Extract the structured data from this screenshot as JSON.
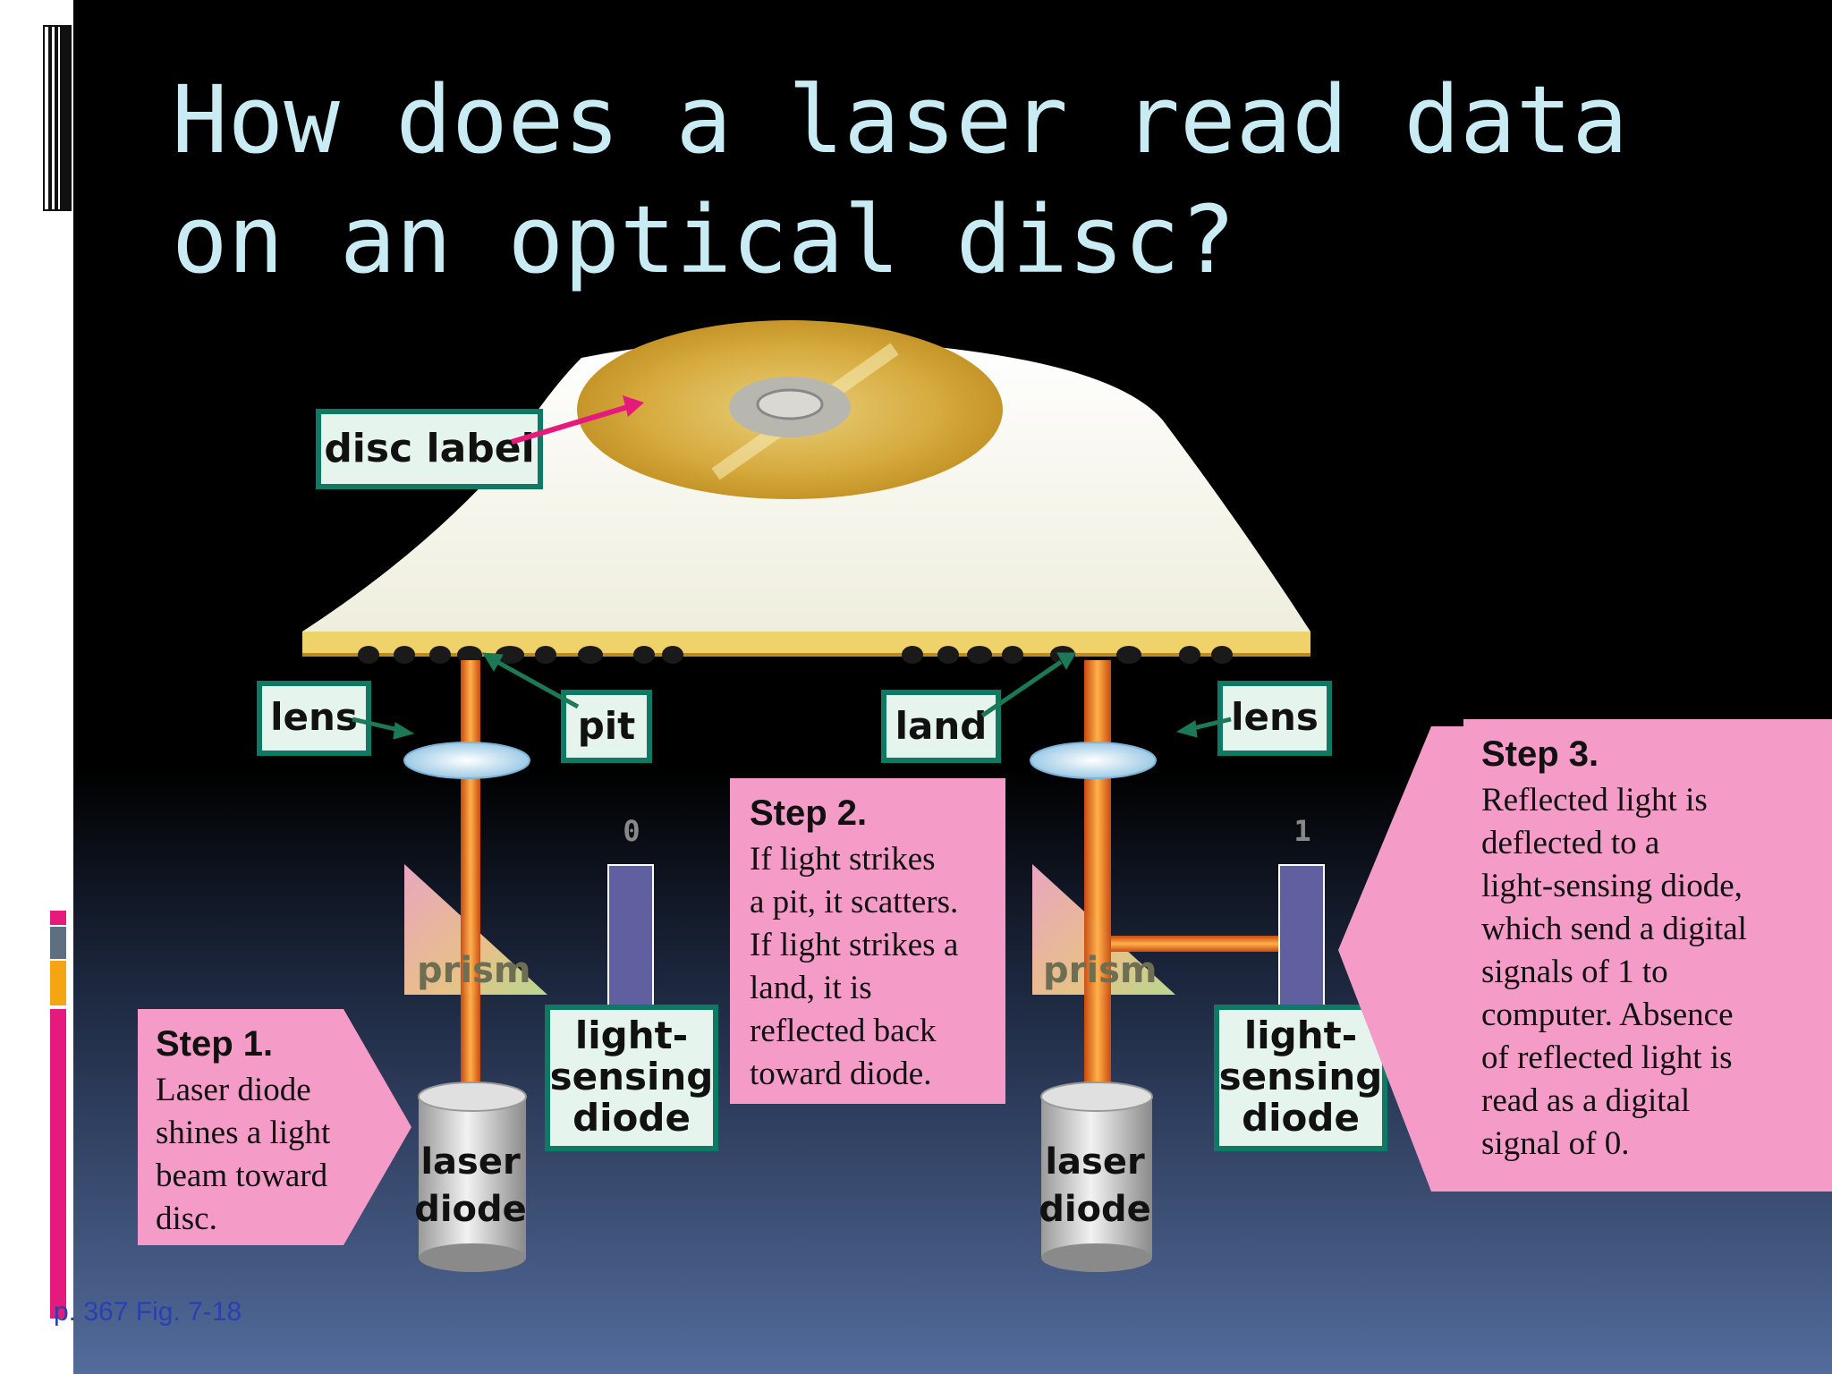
{
  "slide": {
    "title_line1": "How does a laser read data",
    "title_line2": "on an optical disc?",
    "figure_ref": "p. 367 Fig. 7-18"
  },
  "labels": {
    "disc_label": "disc label",
    "lens_left": "lens",
    "pit": "pit",
    "land": "land",
    "lens_right": "lens",
    "prism_left": "prism",
    "prism_right": "prism",
    "laser_left": [
      "laser",
      "diode"
    ],
    "laser_right": [
      "laser",
      "diode"
    ],
    "sensor_left": [
      "light-",
      "sensing",
      "diode"
    ],
    "sensor_right": [
      "light-",
      "sensing",
      "diode"
    ],
    "digit_left": "0",
    "digit_right": "1"
  },
  "steps": {
    "step1": {
      "heading": "Step 1.",
      "lines": [
        "Laser diode",
        "shines a light",
        "beam toward",
        "disc."
      ]
    },
    "step2": {
      "heading": "Step 2.",
      "lines": [
        "If light strikes",
        "a pit, it scatters.",
        "If light strikes a",
        "land, it is",
        "reflected back",
        "toward diode."
      ]
    },
    "step3": {
      "heading": "Step 3.",
      "lines": [
        "Reflected light is",
        "deflected to a",
        "light-sensing diode,",
        "which send a digital",
        "signals of 1 to",
        "computer. Absence",
        "of reflected light is",
        "read as a digital",
        "signal of 0."
      ]
    }
  },
  "colors": {
    "title": "#c9ecf4",
    "callout_fill": "#f49bc8",
    "label_fill": "#e6f4ee",
    "label_border": "#0f7a63",
    "beam": "#e8731a",
    "sensor": "#6060a0",
    "accent_magenta": "#e6197c",
    "accent_orange": "#f5a511"
  }
}
